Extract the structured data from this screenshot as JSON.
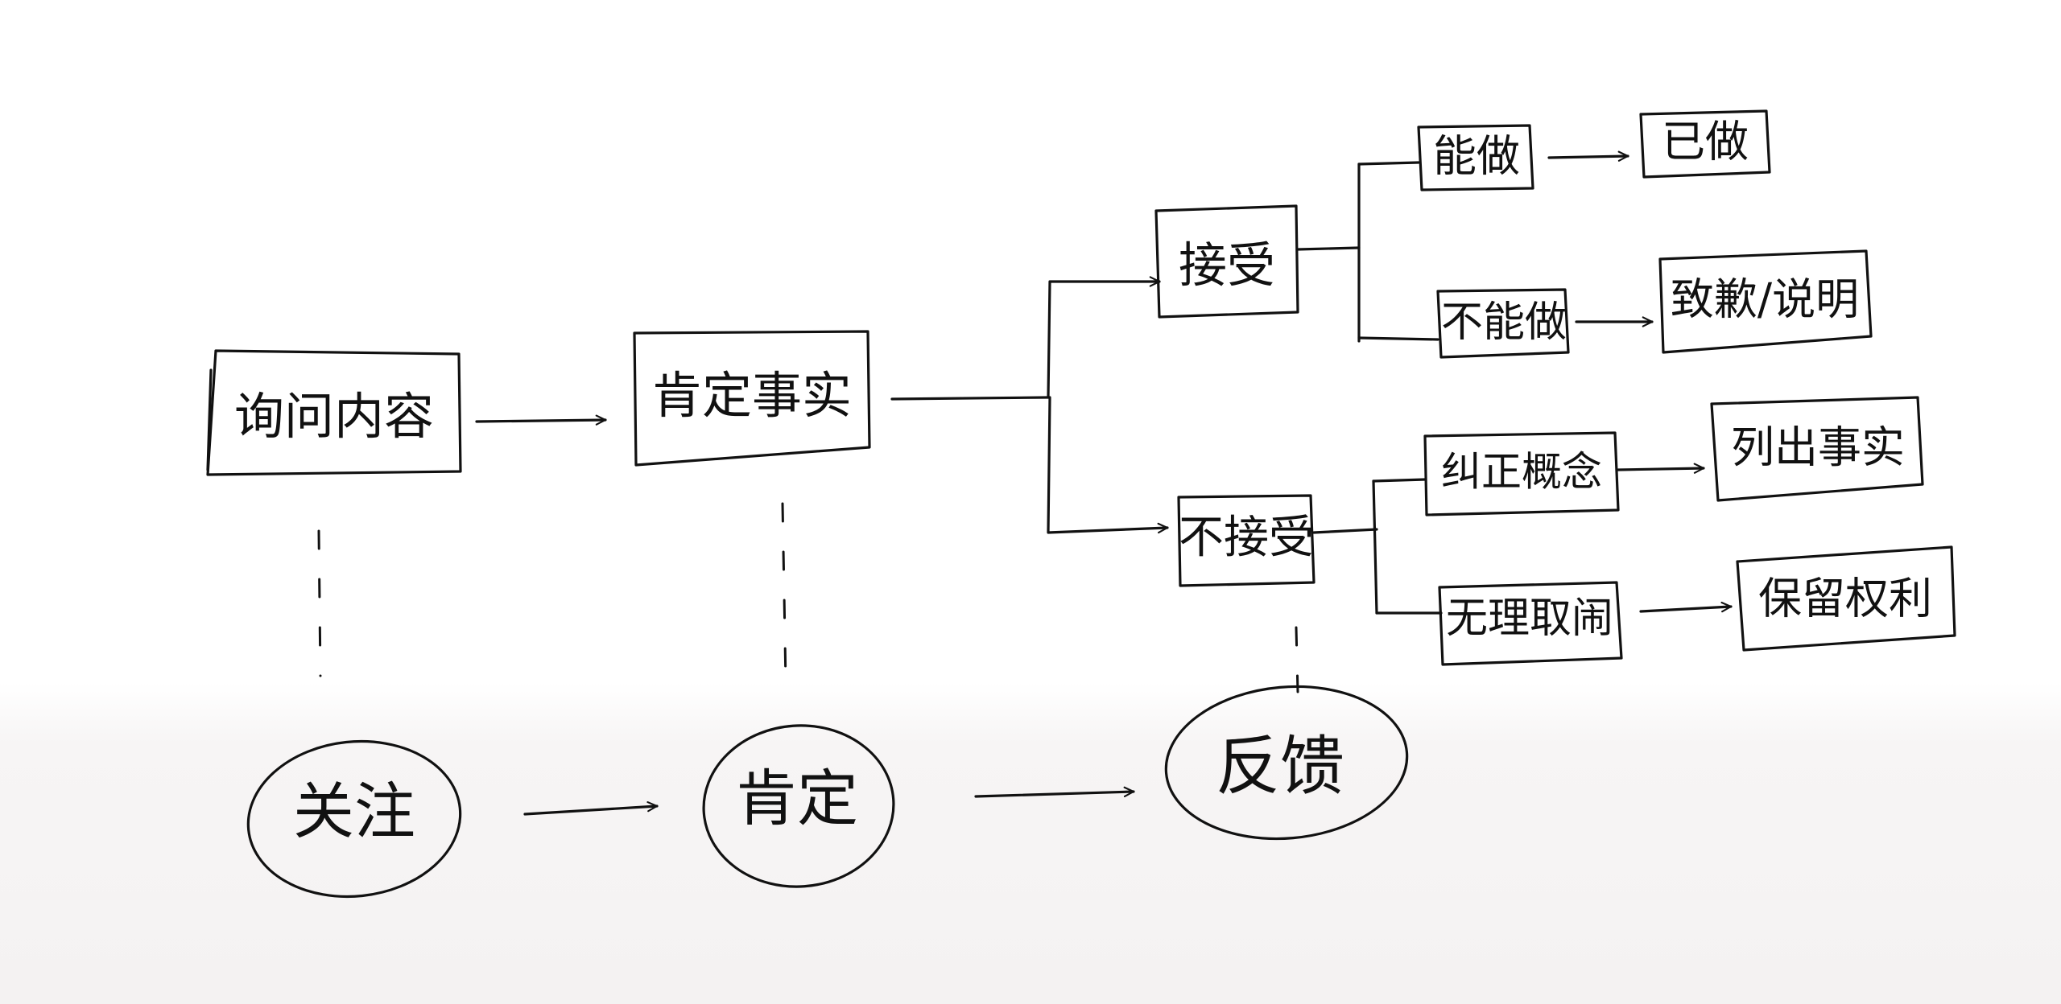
{
  "diagram": {
    "nodes": {
      "inquire": "询问内容",
      "affirm_fact": "肯定事实",
      "accept": "接受",
      "reject": "不接受",
      "can_do": "能做",
      "cannot_do": "不能做",
      "done": "已做",
      "apology": "致歉/说明",
      "false_concept": "纠正概念",
      "list_facts": "列出事实",
      "unreasonable": "无理取闹",
      "reserve_rights": "保留权利",
      "focus": "关注",
      "affirm": "肯定",
      "feedback": "反馈"
    }
  }
}
